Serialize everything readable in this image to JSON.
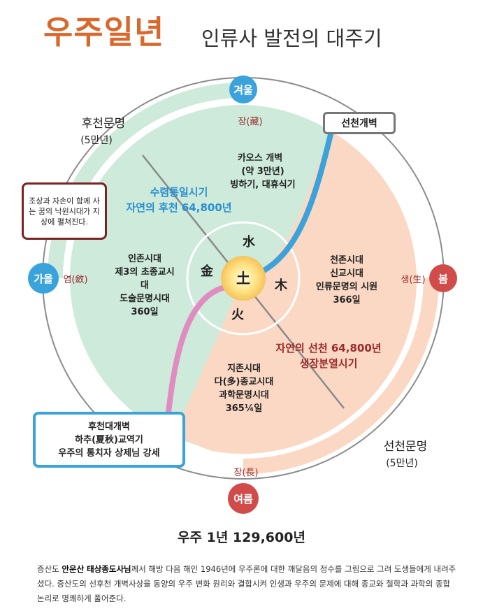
{
  "header": {
    "title": "우주일년",
    "subtitle": "인류사 발전의 대주기"
  },
  "seasons": {
    "winter": "겨울",
    "spring": "봄",
    "summer": "여름",
    "autumn": "가을"
  },
  "phases": {
    "top": "장(藏)",
    "right": "생(生)",
    "bottom": "장(長)",
    "left": "염(斂)"
  },
  "eras": {
    "later_civ_title": "후천문명",
    "later_civ_years": "(5만년)",
    "earlier_civ_title": "선천문명",
    "earlier_civ_years": "(5만년)"
  },
  "chaos": [
    "카오스 개벽",
    "(약 3만년)",
    "빙하기, 대휴식기"
  ],
  "later_heaven": {
    "line1": "수렴통일시기",
    "line2": "자연의 후천 64,800년"
  },
  "earlier_heaven": {
    "line1": "자연의 선천 64,800년",
    "line2": "생장분열시기"
  },
  "left_sector": [
    "인존시대",
    "제3의 초종교시",
    "대",
    "도술문명시대",
    "360일"
  ],
  "right_sector": [
    "천존시대",
    "신교시대",
    "인류문명의 시원",
    "366일"
  ],
  "bottom_sector": [
    "지존시대",
    "다(多)종교시대",
    "과학문명시대",
    "365¼일"
  ],
  "elements": {
    "water": "水",
    "metal": "金",
    "earth": "土",
    "wood": "木",
    "fire": "火"
  },
  "callouts": {
    "paradise": "조상과 자손이 함께 사는 꿈의 낙원시대가 지상에 펼쳐진다.",
    "early_opening": "선천개벽",
    "later_opening": [
      "후천대개벽",
      "하추(夏秋)교역기",
      "우주의 통치자 상제님 강세"
    ]
  },
  "footer": {
    "total": "우주 1년 129,600년",
    "desc_lead": "증산도 ",
    "desc_name": "안운산 태상종도사님",
    "desc_rest": "께서 해방 다음 해인 1946년에 우주론에 대한 깨달음의 정수를 그림으로 그려 도생들에게 내려주셨다. 증산도의 선후천 개벽사상을 동양의 우주 변화 원리와 결합시켜 인생과 우주의 문제에 대해 종교와 철학과 과학의 종합 논리로 명쾌하게 풀어준다."
  },
  "colors": {
    "title": "#d9682d",
    "later_green": "#cdeadb",
    "earlier_peach": "#fbd8c3",
    "blue": "#3aa3dc",
    "pink": "#e08cc0",
    "red_badge": "#d24b4b",
    "dark_red": "#9a2a2a"
  }
}
